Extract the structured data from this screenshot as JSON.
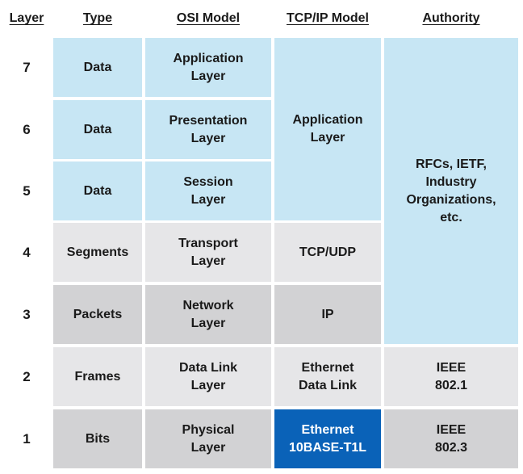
{
  "headers": {
    "layer": "Layer",
    "type": "Type",
    "osi": "OSI Model",
    "tcpip": "TCP/IP Model",
    "authority": "Authority"
  },
  "rows": [
    {
      "layer": "7",
      "type": "Data",
      "osi": [
        "Application",
        "Layer"
      ]
    },
    {
      "layer": "6",
      "type": "Data",
      "osi": [
        "Presentation",
        "Layer"
      ]
    },
    {
      "layer": "5",
      "type": "Data",
      "osi": [
        "Session",
        "Layer"
      ]
    },
    {
      "layer": "4",
      "type": "Segments",
      "osi": [
        "Transport",
        "Layer"
      ]
    },
    {
      "layer": "3",
      "type": "Packets",
      "osi": [
        "Network",
        "Layer"
      ]
    },
    {
      "layer": "2",
      "type": "Frames",
      "osi": [
        "Data Link",
        "Layer"
      ]
    },
    {
      "layer": "1",
      "type": "Bits",
      "osi": [
        "Physical",
        "Layer"
      ]
    }
  ],
  "tcpip": {
    "application": [
      "Application",
      "Layer"
    ],
    "transport": "TCP/UDP",
    "network": "IP",
    "datalink": [
      "Ethernet",
      "Data Link"
    ],
    "physical": [
      "Ethernet",
      "10BASE-T1L"
    ]
  },
  "authority": {
    "upper": [
      "RFCs, IETF,",
      "Industry",
      "Organizations,",
      "etc."
    ],
    "datalink": [
      "IEEE",
      "802.1"
    ],
    "physical": [
      "IEEE",
      "802.3"
    ]
  },
  "colors": {
    "data_blue": "#c7e6f4",
    "light_gray": "#e6e6e8",
    "mid_gray": "#d2d2d4",
    "highlight_blue": "#0a62b8"
  }
}
